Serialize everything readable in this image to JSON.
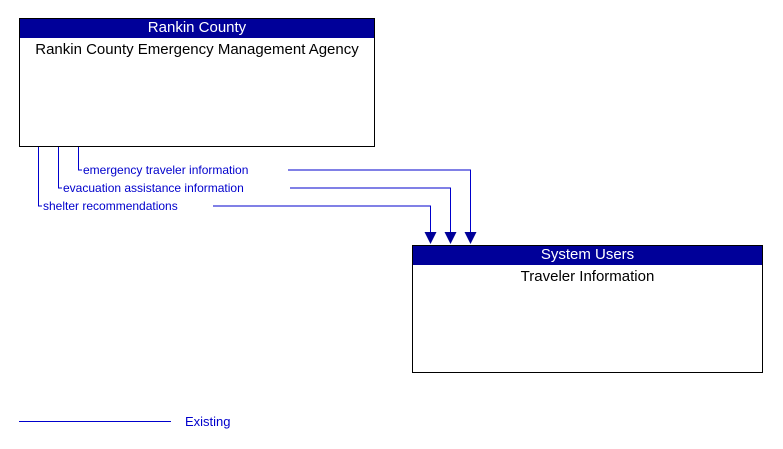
{
  "diagram": {
    "type": "interface-context-diagram",
    "colors": {
      "header_fill": "#000099",
      "header_text": "#ffffff",
      "box_border": "#000000",
      "box_fill": "#ffffff",
      "body_text": "#000000",
      "flow_line": "#0000CC",
      "flow_label_text": "#0000CC",
      "canvas": "#ffffff"
    },
    "boxes": [
      {
        "id": "rankin-county",
        "header": "Rankin County",
        "body": "Rankin County Emergency Management Agency"
      },
      {
        "id": "system-users",
        "header": "System Users",
        "body": "Traveler Information"
      }
    ],
    "flows": [
      {
        "label": "emergency traveler information",
        "source": "Rankin County Emergency Management Agency",
        "destination": "Traveler Information",
        "direction": "source-to-destination",
        "status": "Existing"
      },
      {
        "label": "evacuation assistance information",
        "source": "Rankin County Emergency Management Agency",
        "destination": "Traveler Information",
        "direction": "source-to-destination",
        "status": "Existing"
      },
      {
        "label": "shelter recommendations",
        "source": "Rankin County Emergency Management Agency",
        "destination": "Traveler Information",
        "direction": "source-to-destination",
        "status": "Existing"
      }
    ],
    "legend": {
      "items": [
        {
          "label": "Existing",
          "style": "solid-line"
        }
      ]
    }
  }
}
